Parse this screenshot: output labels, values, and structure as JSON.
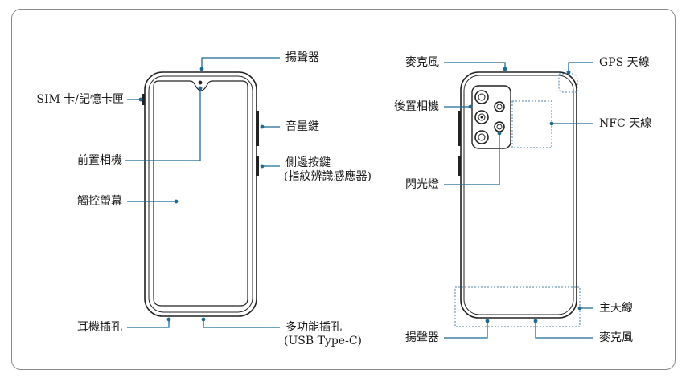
{
  "diagram": {
    "front_labels": {
      "speaker_top": "揚聲器",
      "sim_tray": "SIM 卡/記憶卡匣",
      "volume_key": "音量鍵",
      "front_camera": "前置相機",
      "side_key_line1": "側邊按鍵",
      "side_key_line2": "(指紋辨識感應器)",
      "touchscreen": "觸控螢幕",
      "earphone_jack": "耳機插孔",
      "usb_port_line1": "多功能插孔",
      "usb_port_line2": "(USB Type-C)"
    },
    "back_labels": {
      "mic_top": "麥克風",
      "gps_antenna": "GPS 天線",
      "rear_camera": "後置相機",
      "nfc_antenna": "NFC 天線",
      "flash": "閃光燈",
      "main_antenna": "主天線",
      "speaker_bottom": "揚聲器",
      "mic_bottom": "麥克風"
    },
    "colors": {
      "leader_line": "#1f6a92",
      "dot": "#1f6a92",
      "phone_outline": "#222222",
      "frame": "#8a8a8a",
      "dotted_area": "#4a86a8"
    }
  }
}
